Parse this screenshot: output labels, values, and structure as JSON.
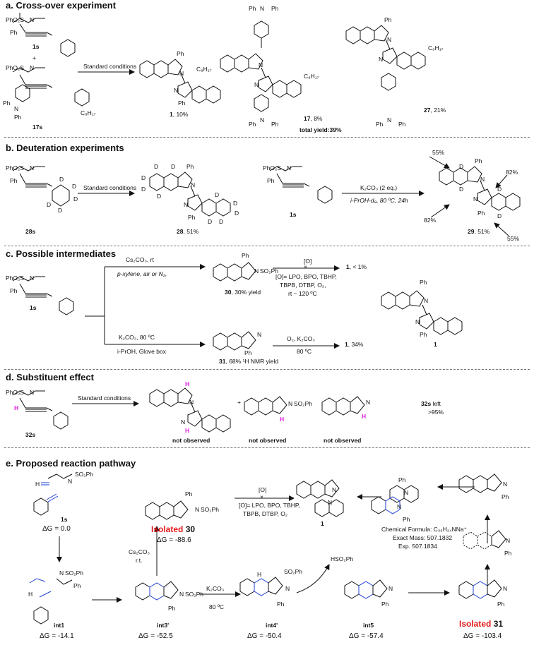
{
  "sections": {
    "a": {
      "title": "a. Cross-over experiment",
      "reactant1_label": "1s",
      "reactant1_groups": [
        "PhO₂S",
        "N",
        "Ph"
      ],
      "plus": "+",
      "reactant2_label": "17s",
      "reactant2_groups": [
        "PhO₂S",
        "N",
        "Ph",
        "N",
        "Ph",
        "C₈H₁₇"
      ],
      "conditions": "Standard conditions",
      "product1": {
        "label": "1",
        "yield": ", 10%",
        "groups": [
          "Ph",
          "N",
          "N",
          "Ph"
        ]
      },
      "product2": {
        "label": "17",
        "yield": ", 8%",
        "groups": [
          "Ph",
          "N",
          "Ph",
          "N",
          "N",
          "C₈H₁₇",
          "C₈H₁₇",
          "Ph",
          "N",
          "Ph"
        ]
      },
      "product3": {
        "label": "27",
        "yield": ", 21%",
        "groups": [
          "Ph",
          "N",
          "N",
          "C₈H₁₇",
          "Ph",
          "N",
          "Ph"
        ]
      },
      "total_yield": "total yield:39%"
    },
    "b": {
      "title": "b. Deuteration experiments",
      "reactant1_label": "28s",
      "reactant1_groups": [
        "PhO₂S",
        "N",
        "Ph",
        "D",
        "D",
        "D",
        "D",
        "D"
      ],
      "conditions1": "Standard conditions",
      "product1": {
        "label": "28",
        "yield": ", 51%",
        "groups": [
          "Ph",
          "N",
          "N",
          "Ph",
          "D",
          "D",
          "D",
          "D",
          "D",
          "D",
          "D",
          "D",
          "D",
          "D"
        ]
      },
      "reactant2_label": "1s",
      "reactant2_groups": [
        "PhO₂S",
        "N",
        "Ph"
      ],
      "conditions2_top": "K₂CO₃ (2 eq.)",
      "conditions2_bottom": "i-PrOH-d₈, 80 ºC, 24h",
      "product2": {
        "label": "29",
        "yield": ", 51%",
        "groups": [
          "Ph",
          "N",
          "N",
          "Ph",
          "D",
          "D",
          "D",
          "D"
        ]
      },
      "percents": [
        "55%",
        "82%",
        "82%",
        "55%"
      ]
    },
    "c": {
      "title": "c. Possible intermediates",
      "reactant_label": "1s",
      "reactant_groups": [
        "PhO₂S",
        "N",
        "Ph"
      ],
      "upper_cond_top": "Cs₂CO₃, rt",
      "upper_cond_bottom": "p-xylene, air or N₂,",
      "int30": {
        "label": "30",
        "yield": ", 30% yield",
        "groups": [
          "Ph",
          "N",
          "SO₂Ph"
        ]
      },
      "oxid_top": "[O]",
      "oxid_cross": "×",
      "oxid_result": "1",
      "oxid_result_yield": ", < 1%",
      "oxid_list1": "[O]= LPO, BPO, TBHP,",
      "oxid_list2": "TBPB, DTBP, O₂,",
      "oxid_list3": "rt ~ 120 ºC",
      "lower_cond_top": "K₂CO₃, 80 ºC",
      "lower_cond_bottom": "i-PrOH, Glove box",
      "int31": {
        "label": "31",
        "yield": ", 68% ¹H NMR yield",
        "groups": [
          "N",
          "Ph"
        ]
      },
      "o2_top": "O₂, K₂CO₃",
      "o2_bottom": "80 ºC",
      "o2_result": "1",
      "o2_result_yield": ", 34%",
      "product": {
        "label": "1",
        "groups": [
          "Ph",
          "N",
          "N",
          "Ph"
        ]
      }
    },
    "d": {
      "title": "d. Substituent effect",
      "reactant_label": "32s",
      "reactant_groups": [
        "PhO₂S",
        "N",
        "H"
      ],
      "conditions": "Standard conditions",
      "plus": "+",
      "products": [
        {
          "note": "not observed",
          "groups": [
            "H",
            "N",
            "N",
            "H"
          ]
        },
        {
          "note": "not observed",
          "groups": [
            "N",
            "SO₂Ph",
            "H"
          ]
        },
        {
          "note": "not observed",
          "groups": [
            "N",
            "H"
          ]
        }
      ],
      "left_text1": "32s",
      "left_text2": " left",
      "left_text3": ">95%"
    },
    "e": {
      "title": "e. Proposed reaction pathway",
      "s1s": {
        "label": "1s",
        "dg": "ΔG = 0.0",
        "groups": [
          "SO₂Ph",
          "N",
          "H"
        ]
      },
      "iso30": {
        "prefix": "Isolated",
        "num": "30",
        "dg": "ΔG = -88.6",
        "groups": [
          "Ph",
          "N",
          "SO₂Ph"
        ]
      },
      "oxid_top": "[O]",
      "oxid_cross": "×",
      "oxid_bottom1": "[O]= LPO, BPO, TBHP,",
      "oxid_bottom2": "TBPB, DTBP, O₂",
      "p1_label": "1",
      "p1_groups": [
        "N",
        "N"
      ],
      "ms_groups": [
        "Ph",
        "N",
        "N",
        "Ph"
      ],
      "formula": "Chemical Formula: C₃₆H₂₄NNa⁺",
      "exact_mass": "Exact Mass: 507.1832",
      "exp_mass": "Exp. 507.1834",
      "radical_groups": [
        "N",
        "Ph",
        "N",
        "Ph"
      ],
      "cs_top": "Cs₂CO₃",
      "cs_bottom": "r.t.",
      "int1": {
        "label": "int1",
        "dg": "ΔG = -14.1",
        "groups": [
          "N",
          "SO₂Ph",
          "Ph",
          "H"
        ]
      },
      "int3": {
        "label": "int3'",
        "dg": "ΔG = -52.5",
        "groups": [
          "N",
          "SO₂Ph",
          "Ph"
        ]
      },
      "k2co3_top": "K₂CO₃",
      "k2co3_bottom": "80 ºC",
      "int4": {
        "label": "int4'",
        "dg": "ΔG = -50.4",
        "groups": [
          "H",
          "SO₂Ph",
          "N",
          "Ph"
        ]
      },
      "hso2ph": "HSO₂Ph",
      "int5": {
        "label": "int5",
        "dg": "ΔG = -57.4",
        "groups": [
          "N",
          "Ph"
        ]
      },
      "iso31": {
        "prefix": "Isolated",
        "num": "31",
        "dg": "ΔG = -103.4",
        "groups": [
          "N",
          "Ph"
        ]
      }
    }
  }
}
